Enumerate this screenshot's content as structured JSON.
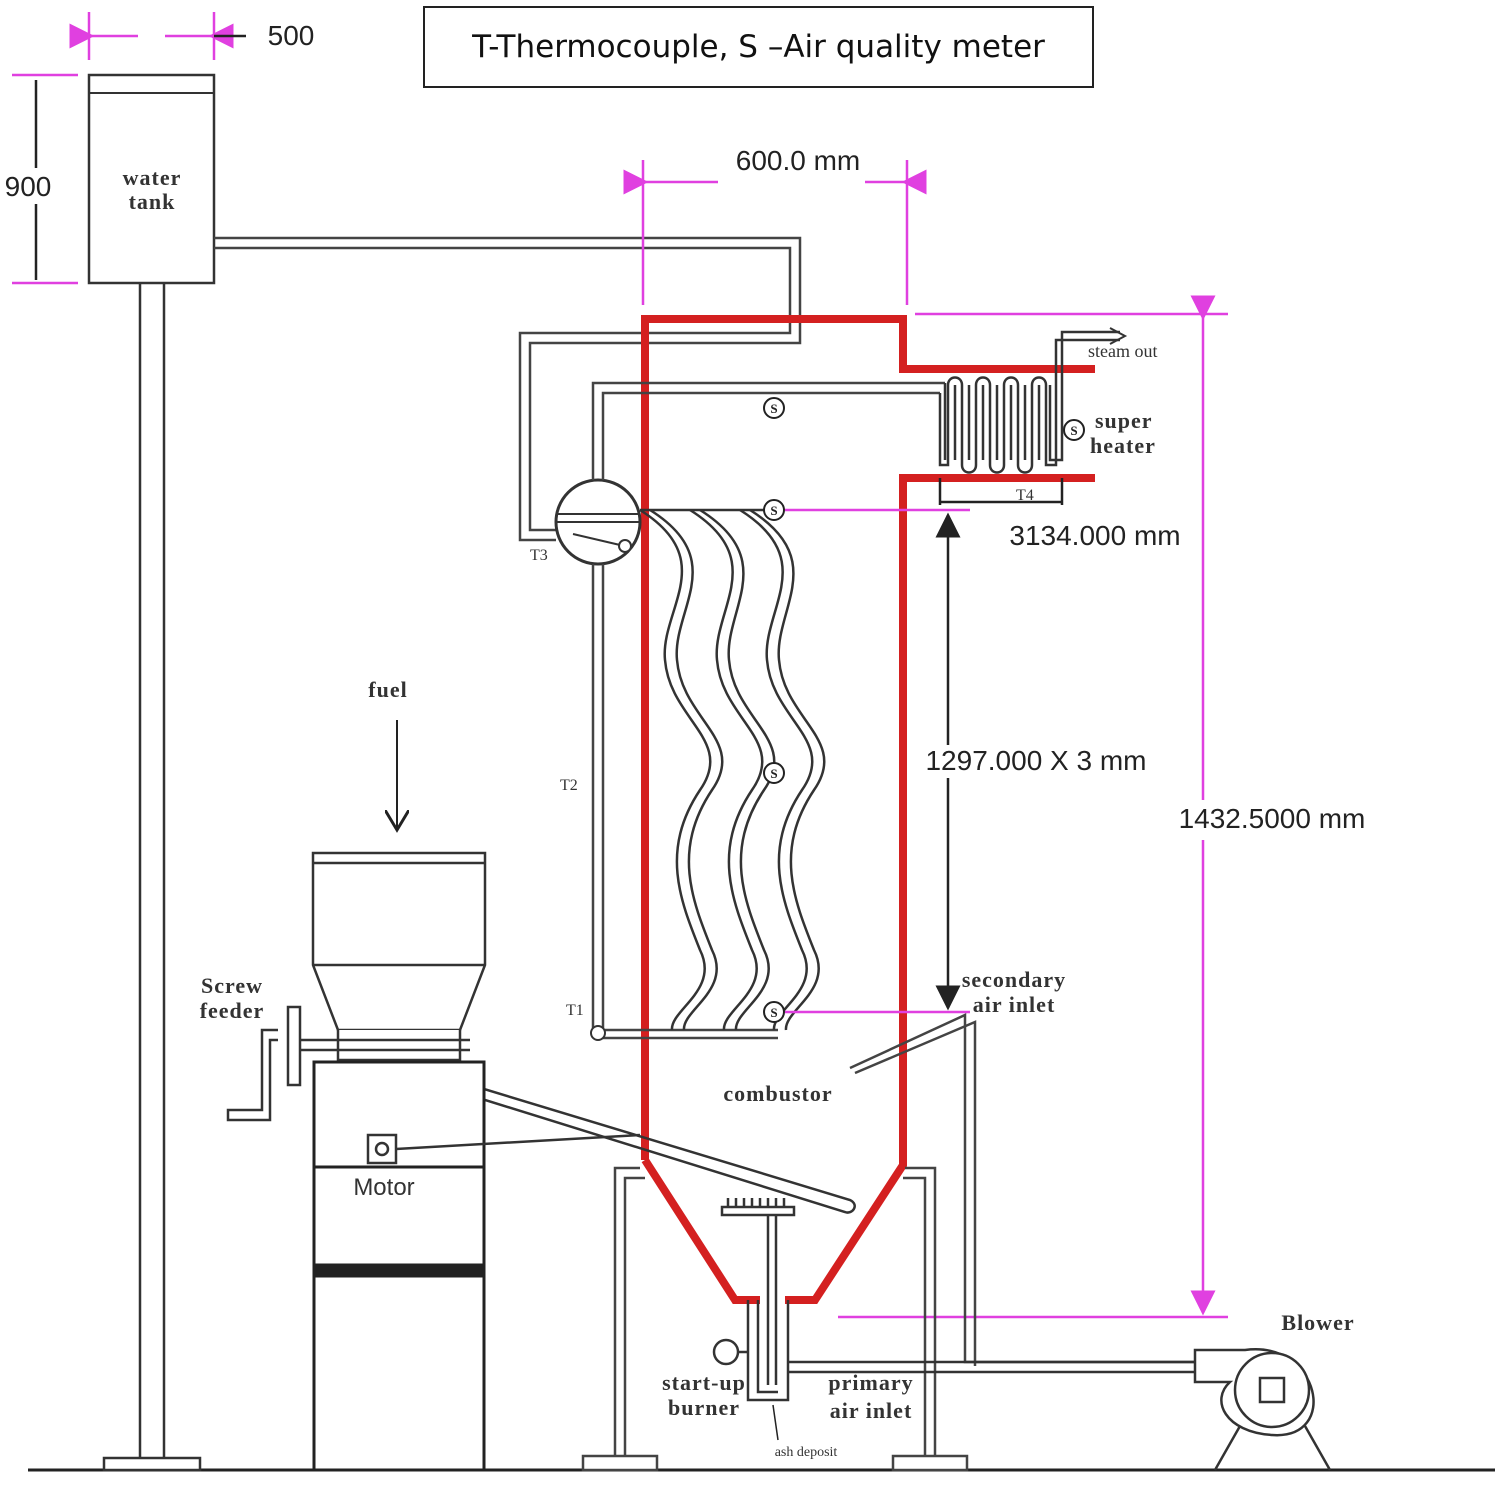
{
  "legend": "T-Thermocouple, S –Air quality meter",
  "dimensions": {
    "tank_width": "500",
    "tank_height": "900",
    "riser_width": "600.0 mm",
    "superheater_dim": "3134.000 mm",
    "tube_dim": "1297.000 X 3 mm",
    "total_height": "1432.5000 mm"
  },
  "components": {
    "water_tank_line1": "water",
    "water_tank_line2": "tank",
    "steam_out": "steam out",
    "super_heater_line1": "super",
    "super_heater_line2": "heater",
    "fuel": "fuel",
    "screw_feeder_line1": "Screw",
    "screw_feeder_line2": "feeder",
    "motor": "Motor",
    "combustor": "combustor",
    "secondary_air_line1": "secondary",
    "secondary_air_line2": "air inlet",
    "primary_air_line1": "primary",
    "primary_air_line2": "air inlet",
    "startup_burner_line1": "start-up",
    "startup_burner_line2": "burner",
    "ash_deposit": "ash deposit",
    "blower": "Blower"
  },
  "thermocouples": [
    "T1",
    "T2",
    "T3",
    "T4"
  ],
  "sensor_symbol": "S",
  "colors": {
    "combustor_wall": "#d42020",
    "dimension_lines": "#e040e0",
    "pipe": "#333333"
  }
}
